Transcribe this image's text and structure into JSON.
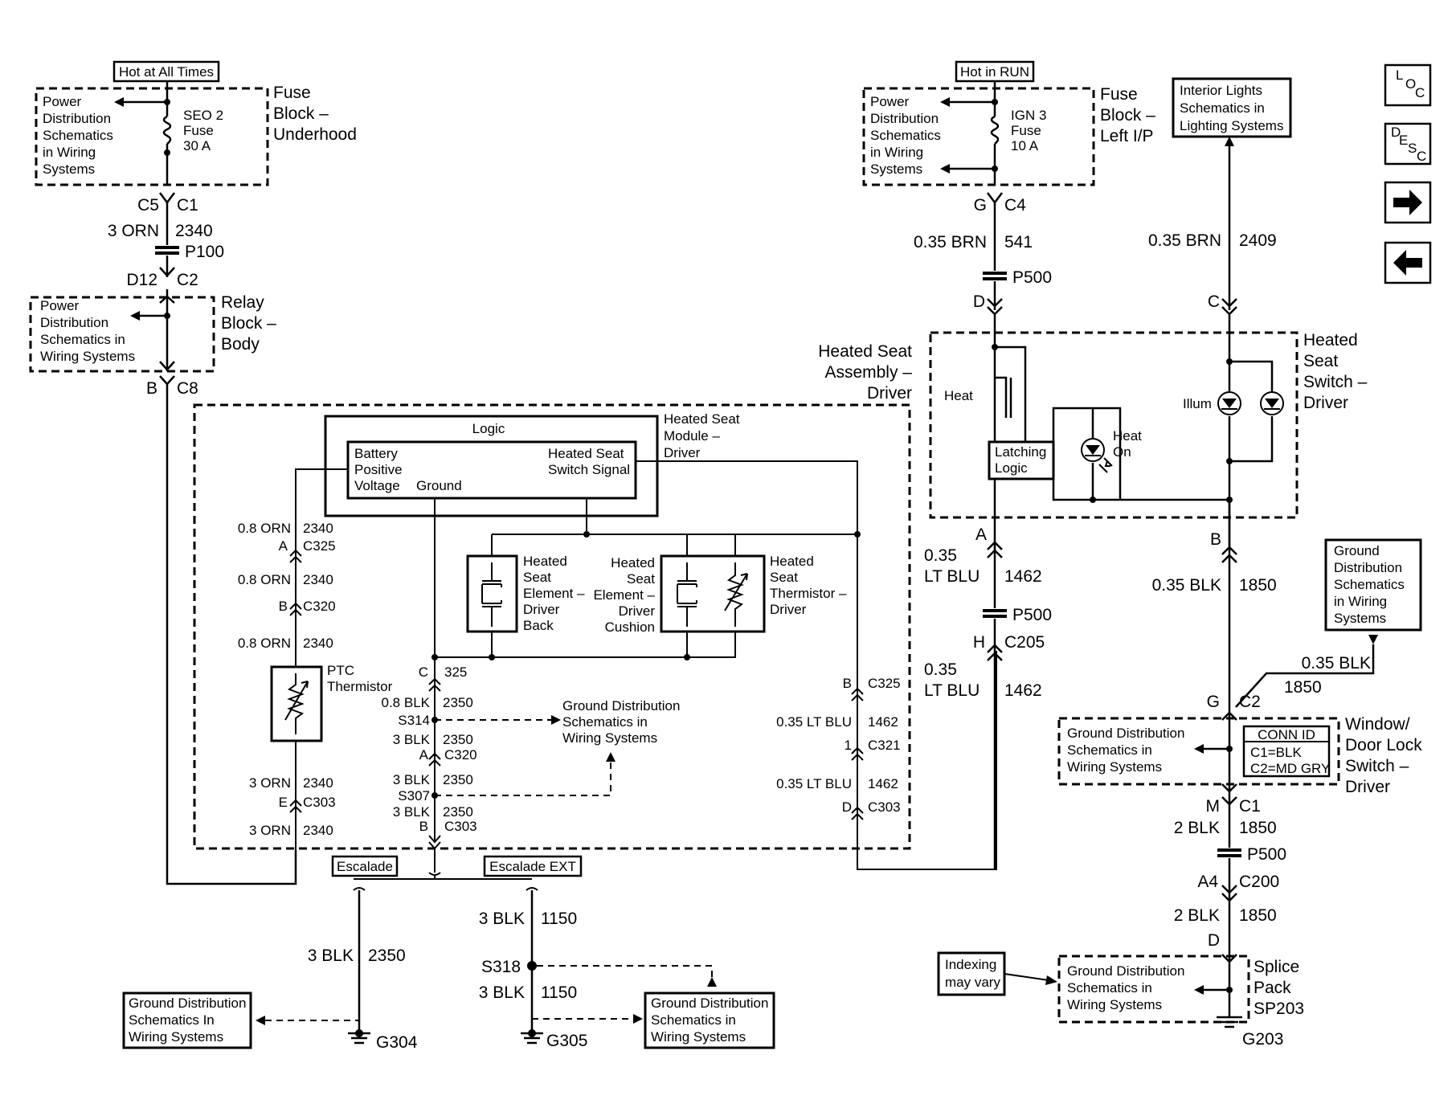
{
  "fuse_block_underhood": {
    "tag": "Hot at All Times",
    "name": [
      "Fuse",
      "Block –",
      "Underhood"
    ],
    "ref": [
      "Power",
      "Distribution",
      "Schematics",
      "in Wiring",
      "Systems"
    ],
    "fuse": [
      "SEO 2",
      "Fuse",
      "30 A"
    ],
    "conn_left": "C5",
    "conn_right": "C1",
    "wire": "3 ORN",
    "circuit": "2340",
    "passthru": "P100",
    "conn2_left": "D12",
    "conn2_right": "C2"
  },
  "relay_block": {
    "name": [
      "Relay",
      "Block –",
      "Body"
    ],
    "ref": [
      "Power",
      "Distribution",
      "Schematics in",
      "Wiring Systems"
    ],
    "conn_left": "B",
    "conn_right": "C8"
  },
  "fuse_block_ip": {
    "tag": "Hot in RUN",
    "name": [
      "Fuse",
      "Block –",
      "Left I/P"
    ],
    "ref": [
      "Power",
      "Distribution",
      "Schematics",
      "in Wiring",
      "Systems"
    ],
    "fuse": [
      "IGN 3",
      "Fuse",
      "10 A"
    ],
    "conn_left": "G",
    "conn_right": "C4",
    "wire": "0.35 BRN",
    "circuit": "541",
    "passthru": "P500",
    "pin": "D"
  },
  "interior_lights": {
    "ref": [
      "Interior Lights",
      "Schematics in",
      "Lighting Systems"
    ],
    "wire": "0.35 BRN",
    "circuit": "2409",
    "pin": "C"
  },
  "seat_assembly": {
    "name": [
      "Heated Seat",
      "Assembly –",
      "Driver"
    ]
  },
  "seat_switch": {
    "name": [
      "Heated",
      "Seat",
      "Switch –",
      "Driver"
    ],
    "heat": "Heat",
    "latching": [
      "Latching",
      "Logic"
    ],
    "heat_on": [
      "Heat",
      "On"
    ],
    "illum": "Illum",
    "pin_a": "A",
    "pin_b": "B"
  },
  "module": {
    "logic": "Logic",
    "name": [
      "Heated Seat",
      "Module –",
      "Driver"
    ],
    "battery": [
      "Battery",
      "Positive",
      "Voltage"
    ],
    "ground": "Ground",
    "switch_signal": [
      "Heated Seat",
      "Switch Signal"
    ]
  },
  "elements": {
    "back": [
      "Heated",
      "Seat",
      "Element –",
      "Driver",
      "Back"
    ],
    "cushion": [
      "Heated",
      "Seat",
      "Element –",
      "Driver",
      "Cushion"
    ],
    "thermistor": [
      "Heated",
      "Seat",
      "Thermistor –",
      "Driver"
    ]
  },
  "ptc": [
    "PTC",
    "Thermistor"
  ],
  "left_harness": {
    "w1": "0.8 ORN",
    "c1": "2340",
    "p1": "A",
    "k1": "C325",
    "w2": "0.8 ORN",
    "c2": "2340",
    "p2": "B",
    "k2": "C320",
    "w3": "0.8 ORN",
    "c3": "2340",
    "w4": "3 ORN",
    "c4": "2340",
    "p4": "E",
    "k4": "C303",
    "w5": "3 ORN",
    "c5": "2340"
  },
  "ground_harness": {
    "pin": "C",
    "conn": "325",
    "w1": "0.8 BLK",
    "c1": "2350",
    "s1": "S314",
    "w2": "3 BLK",
    "c2": "2350",
    "p2": "A",
    "k2": "C320",
    "w3": "3 BLK",
    "c3": "2350",
    "s2": "S307",
    "w4": "3 BLK",
    "c4": "2350",
    "p4": "B",
    "k4": "C303",
    "ref": [
      "Ground Distribution",
      "Schematics in",
      "Wiring Systems"
    ]
  },
  "signal_harness": {
    "p1": "B",
    "k1": "C325",
    "w1": "0.35 LT BLU",
    "c1": "1462",
    "p2": "1",
    "k2": "C321",
    "w2": "0.35 LT BLU",
    "c2": "1462",
    "p3": "D",
    "k3": "C303"
  },
  "middle_wire": {
    "g1": "0.35",
    "g2": "LT BLU",
    "circuit": "1462",
    "passthru": "P500",
    "pin": "H",
    "conn": "C205",
    "g3": "0.35",
    "g4": "LT BLU",
    "circuit2": "1462"
  },
  "right_wire": {
    "wire": "0.35 BLK",
    "circuit": "1850",
    "ref": [
      "Ground",
      "Distribution",
      "Schematics",
      "in Wiring",
      "Systems"
    ],
    "branch_wire": "0.35 BLK",
    "branch_circuit": "1850",
    "pin": "G",
    "conn": "C2"
  },
  "window_switch": {
    "name": [
      "Window/",
      "Door Lock",
      "Switch –",
      "Driver"
    ],
    "ref": [
      "Ground Distribution",
      "Schematics in",
      "Wiring Systems"
    ],
    "conn_id": [
      "CONN ID",
      "C1=BLK",
      "C2=MD GRY"
    ]
  },
  "lower_right": {
    "pin": "M",
    "conn": "C1",
    "w1": "2 BLK",
    "c1": "1850",
    "passthru": "P500",
    "pin2": "A4",
    "conn2": "C200",
    "w2": "2 BLK",
    "c2": "1850",
    "pin3": "D",
    "splice": [
      "Splice",
      "Pack",
      "SP203"
    ],
    "ref": [
      "Ground Distribution",
      "Schematics in",
      "Wiring Systems"
    ],
    "indexing": [
      "Indexing",
      "may vary"
    ],
    "ground": "G203"
  },
  "bottom": {
    "escalade": "Escalade",
    "escalade_ext": "Escalade EXT",
    "w_left": "3 BLK",
    "c_left": "2350",
    "w_right1": "3 BLK",
    "c_right1": "1150",
    "splice": "S318",
    "w_right2": "3 BLK",
    "c_right2": "1150",
    "ref_left": [
      "Ground Distribution",
      "Schematics In",
      "Wiring Systems"
    ],
    "ref_right": [
      "Ground Distribution",
      "Schematics in",
      "Wiring Systems"
    ],
    "g_left": "G304",
    "g_right": "G305"
  },
  "nav": {
    "loc": [
      "L",
      "O",
      "C"
    ],
    "desc": [
      "D",
      "E",
      "S",
      "C"
    ]
  }
}
